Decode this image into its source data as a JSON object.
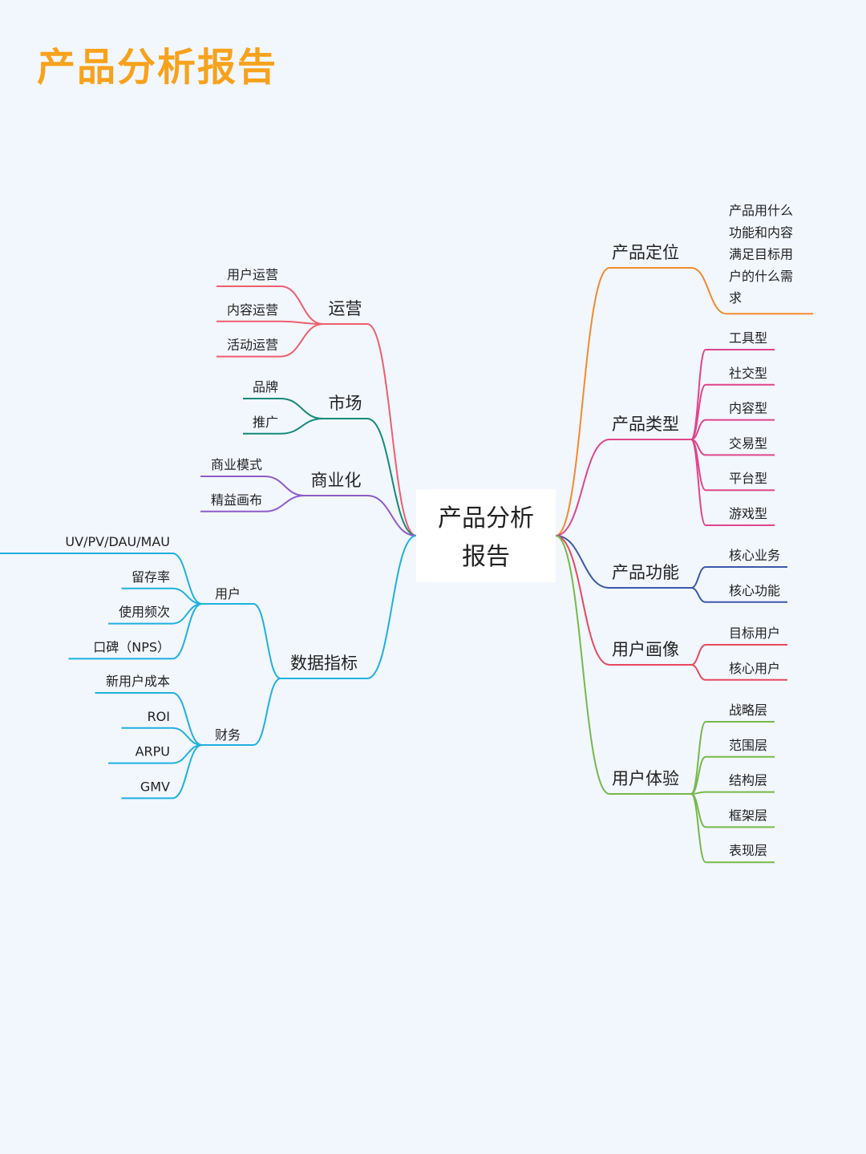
{
  "title": "产品分析报告",
  "root": {
    "lines": [
      "产品分析",
      "报告"
    ]
  },
  "right": [
    {
      "label": "产品定位",
      "color": "#f28b2c",
      "description": [
        "产品用什么",
        "功能和内容",
        "满足目标用",
        "户的什么需",
        "求"
      ]
    },
    {
      "label": "产品类型",
      "color": "#e0458c",
      "children": [
        "工具型",
        "社交型",
        "内容型",
        "交易型",
        "平台型",
        "游戏型"
      ]
    },
    {
      "label": "产品功能",
      "color": "#3c5aa6",
      "children": [
        "核心业务",
        "核心功能"
      ]
    },
    {
      "label": "用户画像",
      "color": "#e8485e",
      "children": [
        "目标用户",
        "核心用户"
      ]
    },
    {
      "label": "用户体验",
      "color": "#76b84a",
      "children": [
        "战略层",
        "范围层",
        "结构层",
        "框架层",
        "表现层"
      ]
    }
  ],
  "left": [
    {
      "label": "运营",
      "color": "#ee5f6e",
      "children": [
        "用户运营",
        "内容运营",
        "活动运营"
      ]
    },
    {
      "label": "市场",
      "color": "#138a7c",
      "children": [
        "品牌",
        "推广"
      ]
    },
    {
      "label": "商业化",
      "color": "#8e5bc9",
      "children": [
        "商业模式",
        "精益画布"
      ]
    },
    {
      "label": "数据指标",
      "color": "#1fb1df",
      "groups": [
        {
          "label": "用户",
          "children": [
            "UV/PV/DAU/MAU",
            "留存率",
            "使用频次",
            "口碑（NPS）"
          ]
        },
        {
          "label": "财务",
          "children": [
            "新用户成本",
            "ROI",
            "ARPU",
            "GMV"
          ]
        }
      ]
    }
  ]
}
